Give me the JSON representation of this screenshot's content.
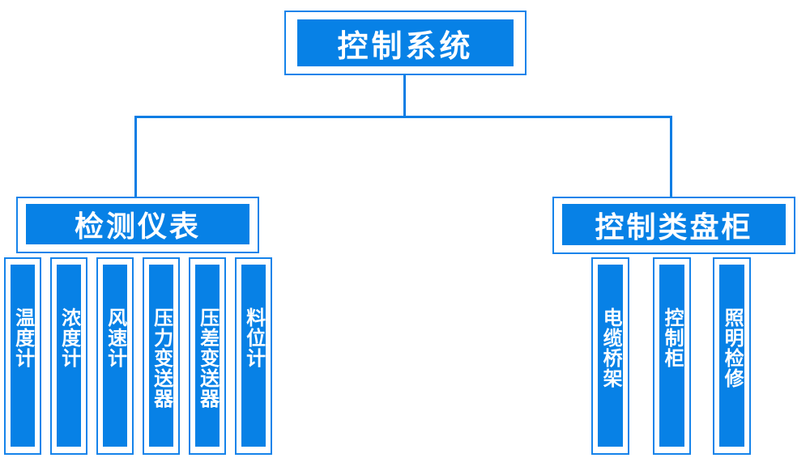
{
  "colors": {
    "node_fill": "#0781e6",
    "node_border": "#1583ea",
    "connector": "#0b7de4",
    "text": "#ffffff",
    "background": "#ffffff"
  },
  "root": {
    "label": "控制系统"
  },
  "branches": [
    {
      "label": "检测仪表",
      "children": [
        {
          "label": "温度计"
        },
        {
          "label": "浓度计"
        },
        {
          "label": "风速计"
        },
        {
          "label": "压力变送器"
        },
        {
          "label": "压差变送器"
        },
        {
          "label": "料位计"
        }
      ]
    },
    {
      "label": "控制类盘柜",
      "children": [
        {
          "label": "电缆桥架"
        },
        {
          "label": "控制柜"
        },
        {
          "label": "照明检修"
        }
      ]
    }
  ]
}
